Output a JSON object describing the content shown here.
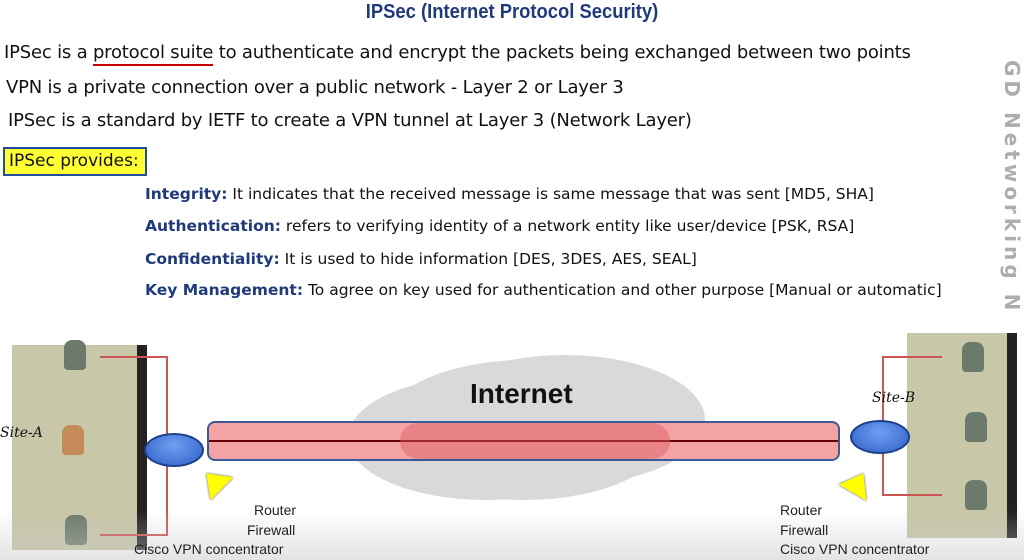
{
  "title": "IPSec (Internet Protocol Security)",
  "lines": {
    "l1_pre": "IPSec is a ",
    "l1_ul": "protocol suite",
    "l1_post": " to authenticate and encrypt the packets being exchanged between two points",
    "l2": "VPN is a private connection over a public network - Layer 2 or Layer 3",
    "l3": "IPSec is a standard by IETF  to create a VPN tunnel at Layer 3 (Network Layer)"
  },
  "provides_label": "IPSec provides:",
  "points": [
    {
      "term": "Integrity:",
      "text": " It indicates that the received message is same message that  was sent [MD5, SHA]"
    },
    {
      "term": "Authentication:",
      "text": " refers to verifying  identity of a network entity like user/device [PSK, RSA]"
    },
    {
      "term": "Confidentiality:",
      "text": " It is used to hide information [DES, 3DES, AES, SEAL]"
    },
    {
      "term": "Key Management:",
      "text": " To agree on key used for authentication and other purpose [Manual or automatic]"
    }
  ],
  "watermark": "GD Networking N",
  "diagram": {
    "cloud_label": "Internet",
    "site_a": "Site-A",
    "site_b": "Site-B",
    "left_devices": [
      "Router",
      "Firewall",
      "Cisco VPN concentrator"
    ],
    "right_devices": [
      "Router",
      "Firewall",
      "Cisco VPN concentrator"
    ]
  }
}
